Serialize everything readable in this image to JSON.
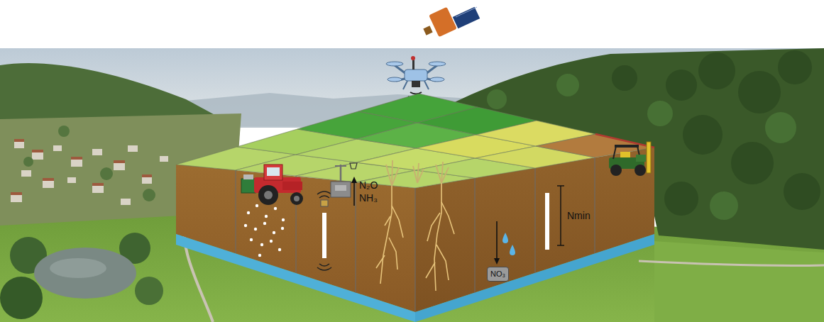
{
  "diagram": {
    "nodes": [
      {
        "text": [
          "NO₃"
        ]
      }
    ],
    "labels": [
      "N₂O",
      "NH₃",
      "Nmin"
    ]
  }
}
